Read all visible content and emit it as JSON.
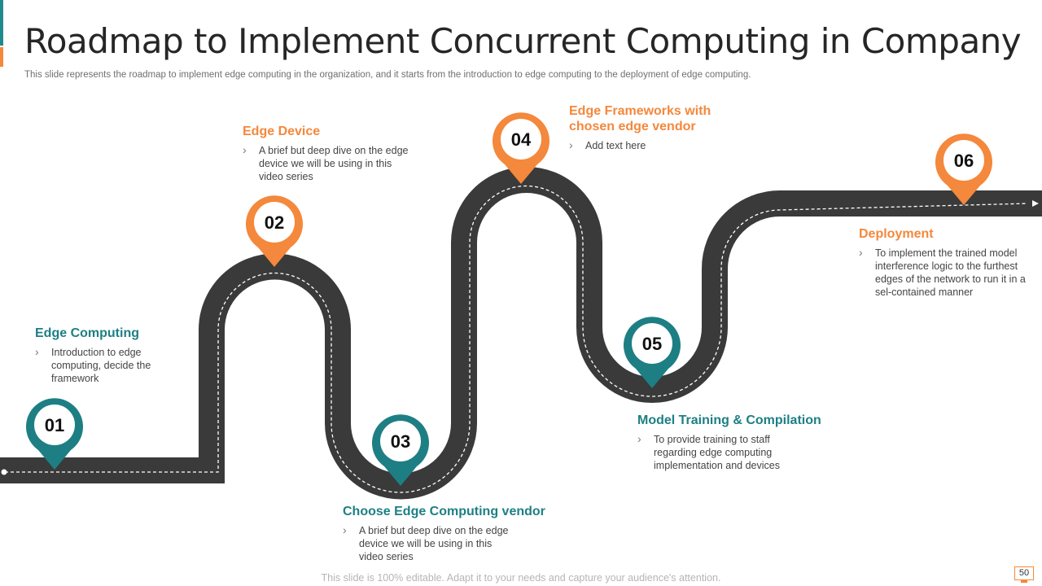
{
  "slide": {
    "title": "Roadmap to Implement Concurrent Computing in Company",
    "subtitle": "This slide represents the roadmap to implement edge computing in the organization, and it starts from the introduction to edge computing to the deployment of edge computing.",
    "footer": "This slide is 100% editable. Adapt it to your needs and capture your audience's attention.",
    "page_number": "50"
  },
  "colors": {
    "orange": "#f4883c",
    "teal": "#1d7f84",
    "road": "#3a3a3a",
    "road_dash": "#ffffff"
  },
  "milestones": [
    {
      "number": "01",
      "title": "Edge Computing",
      "color": "teal",
      "text": "Introduction to edge computing, decide the framework"
    },
    {
      "number": "02",
      "title": "Edge Device",
      "color": "orange",
      "text": "A brief but deep dive on the edge device we will be using in this video series"
    },
    {
      "number": "03",
      "title": "Choose Edge Computing vendor",
      "color": "teal",
      "text": "A brief but deep dive on the edge device we will be using in this video series"
    },
    {
      "number": "04",
      "title": "Edge Frameworks with chosen edge vendor",
      "color": "orange",
      "text": "Add text here"
    },
    {
      "number": "05",
      "title": "Model Training & Compilation",
      "color": "teal",
      "text": "To provide training to staff regarding edge computing implementation and devices"
    },
    {
      "number": "06",
      "title": "Deployment",
      "color": "orange",
      "text": "To implement the trained model interference logic to the furthest edges of the network to run it in a sel-contained manner"
    }
  ]
}
